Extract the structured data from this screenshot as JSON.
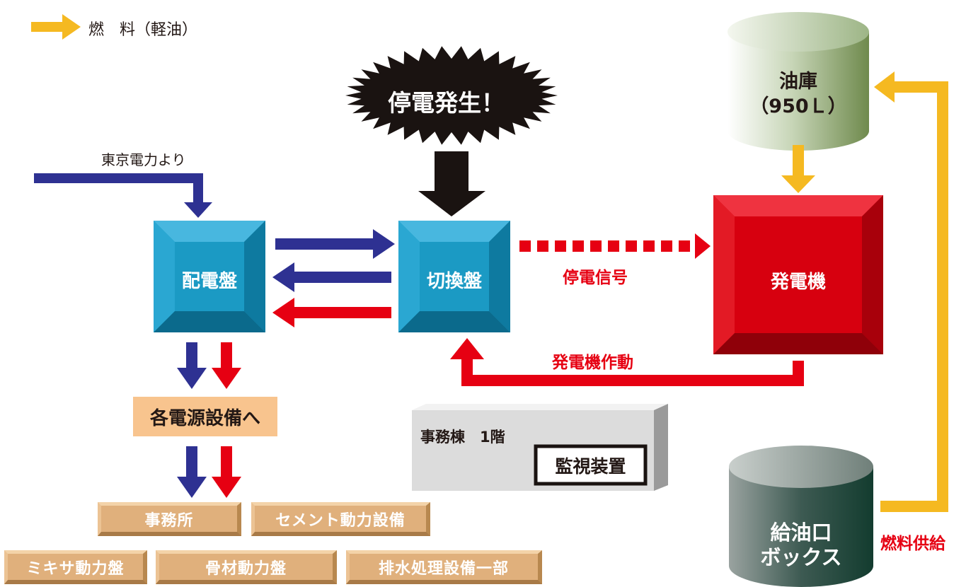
{
  "legend": {
    "fuel_label": "燃　料（軽油）",
    "fuel_color": "#f5b921"
  },
  "nodes": {
    "outage": "停電発生！",
    "tepco": "東京電力より",
    "distribution": "配電盤",
    "switchboard": "切換盤",
    "generator": "発電機",
    "oil_tank_line1": "油庫",
    "oil_tank_line2": "（950Ｌ）",
    "fuel_box_line1": "給油口",
    "fuel_box_line2": "ボックス",
    "each_power": "各電源設備へ",
    "office_building": "事務棟　1階",
    "monitor": "監視装置"
  },
  "edge_labels": {
    "outage_signal": "停電信号",
    "generator_start": "発電機作動",
    "fuel_supply": "燃料供給"
  },
  "facilities": [
    "事務所",
    "セメント動力設備",
    "ミキサ動力盤",
    "骨材動力盤",
    "排水処理設備一部"
  ],
  "colors": {
    "commercial_power": "#2e3192",
    "generator_power": "#e60012",
    "fuel": "#f5b921",
    "panel": "#1b9ac4",
    "generator_box": "#d7000f",
    "black": "#1a1311"
  }
}
